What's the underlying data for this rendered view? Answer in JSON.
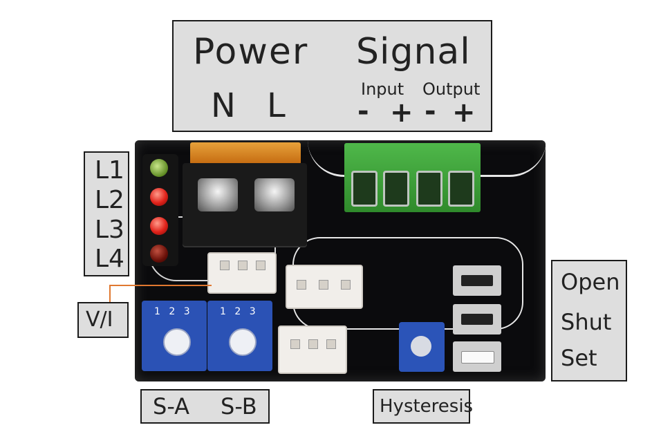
{
  "header": {
    "power": "Power",
    "signal": "Signal",
    "neutral": "N",
    "live": "L",
    "input": "Input",
    "output": "Output",
    "input_minus": "-",
    "input_plus": "+",
    "output_minus": "-",
    "output_plus": "+"
  },
  "leds": {
    "labels": [
      "L1",
      "L2",
      "L3",
      "L4"
    ],
    "colors": [
      "#6f9a2c",
      "#e0221a",
      "#e0221a",
      "#7a0a08"
    ]
  },
  "selector_label": "V/I",
  "buttons_label": {
    "open": "Open",
    "shut": "Shut",
    "set": "Set"
  },
  "switch_labels": {
    "a": "S-A",
    "b": "S-B"
  },
  "dip_digits": "1 2 3",
  "pot_label": "Hysteresis",
  "colors": {
    "label_box": "#dedede",
    "board": "#0b0b0d",
    "terminal_green": "#3da238",
    "terminal_orange": "#d88420",
    "dip_blue": "#2b52b5",
    "lead_orange": "#e07830"
  }
}
